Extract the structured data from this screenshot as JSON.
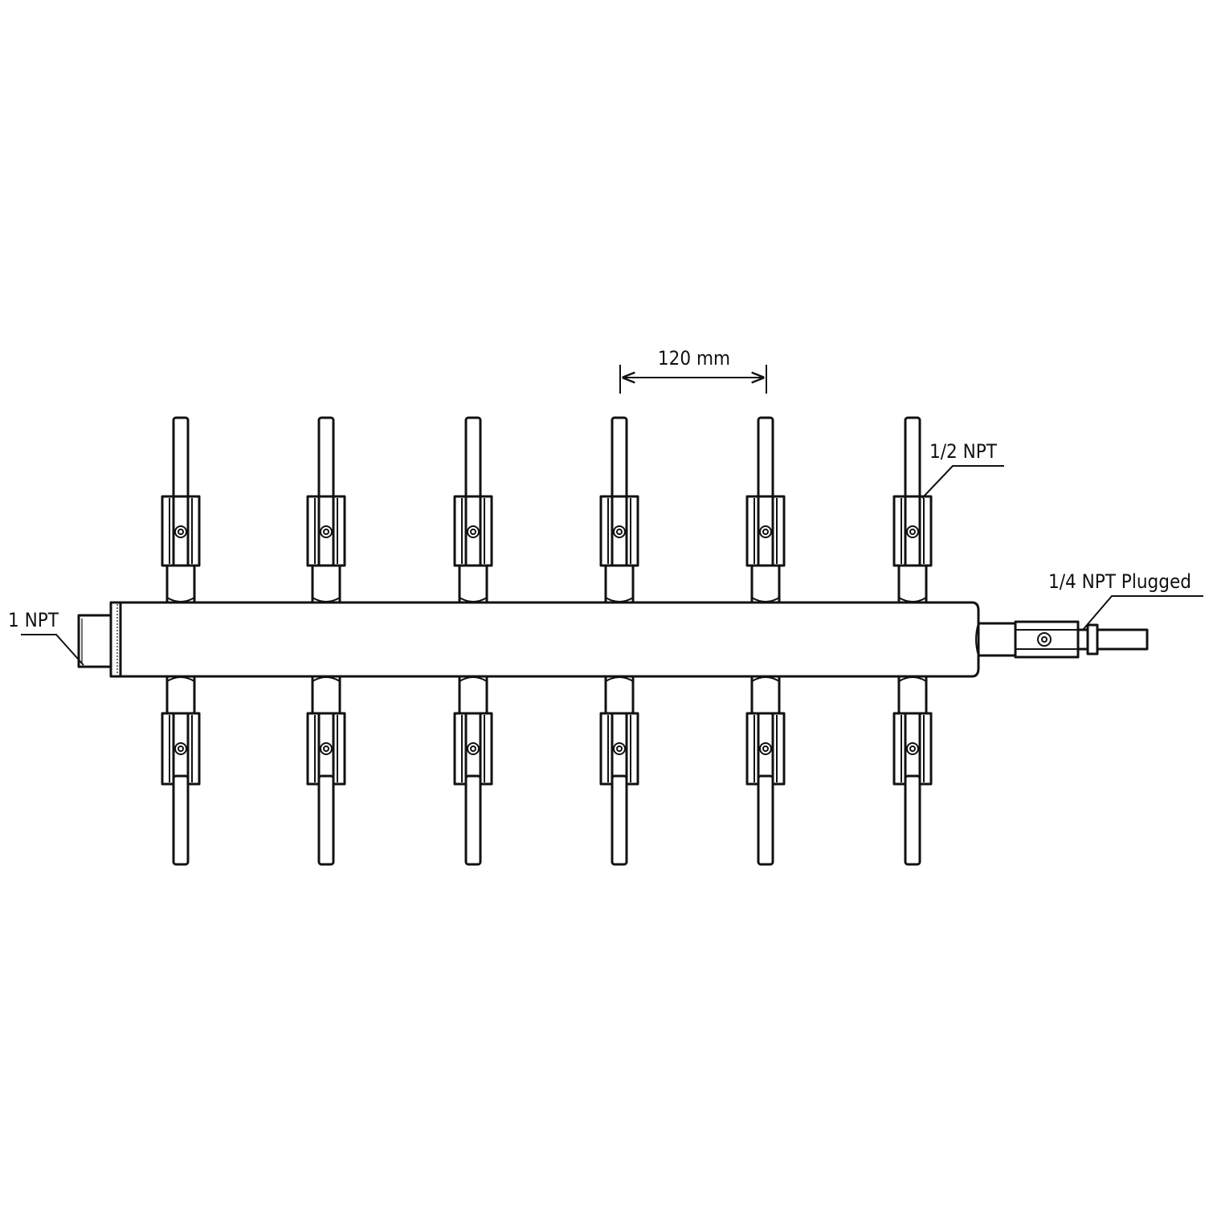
{
  "labels": {
    "spacing": "120 mm",
    "outlet_thread": "1/2 NPT",
    "end_port": "1/4 NPT Plugged",
    "inlet_thread": "1 NPT"
  },
  "colors": {
    "line": "#111111",
    "background": "#ffffff"
  }
}
